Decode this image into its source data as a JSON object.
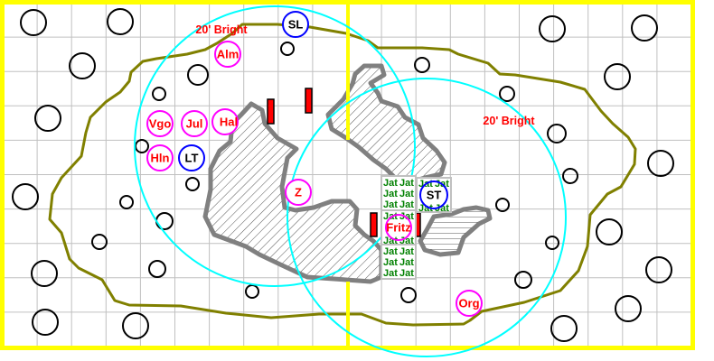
{
  "map": {
    "colors": {
      "border": "#ffff00",
      "grid": "#c0c0c0",
      "light_radius": "#00ffff",
      "boundary": "#808000",
      "rubble_outline": "#808080",
      "pc_ring": "#ff00ff",
      "ally_ring": "#0000ff",
      "pc_text": "#ff0000",
      "door": "#ff0000",
      "monster_text": "#008000"
    },
    "light_labels": [
      "20' Bright",
      "20' Bright"
    ],
    "pc_tokens": [
      "Alm",
      "Vgo",
      "Jul",
      "Hal",
      "Hln",
      "Z",
      "Fritz",
      "Org"
    ],
    "ally_tokens": [
      "SL",
      "LT",
      "ST"
    ],
    "monster_label": "Jat"
  }
}
